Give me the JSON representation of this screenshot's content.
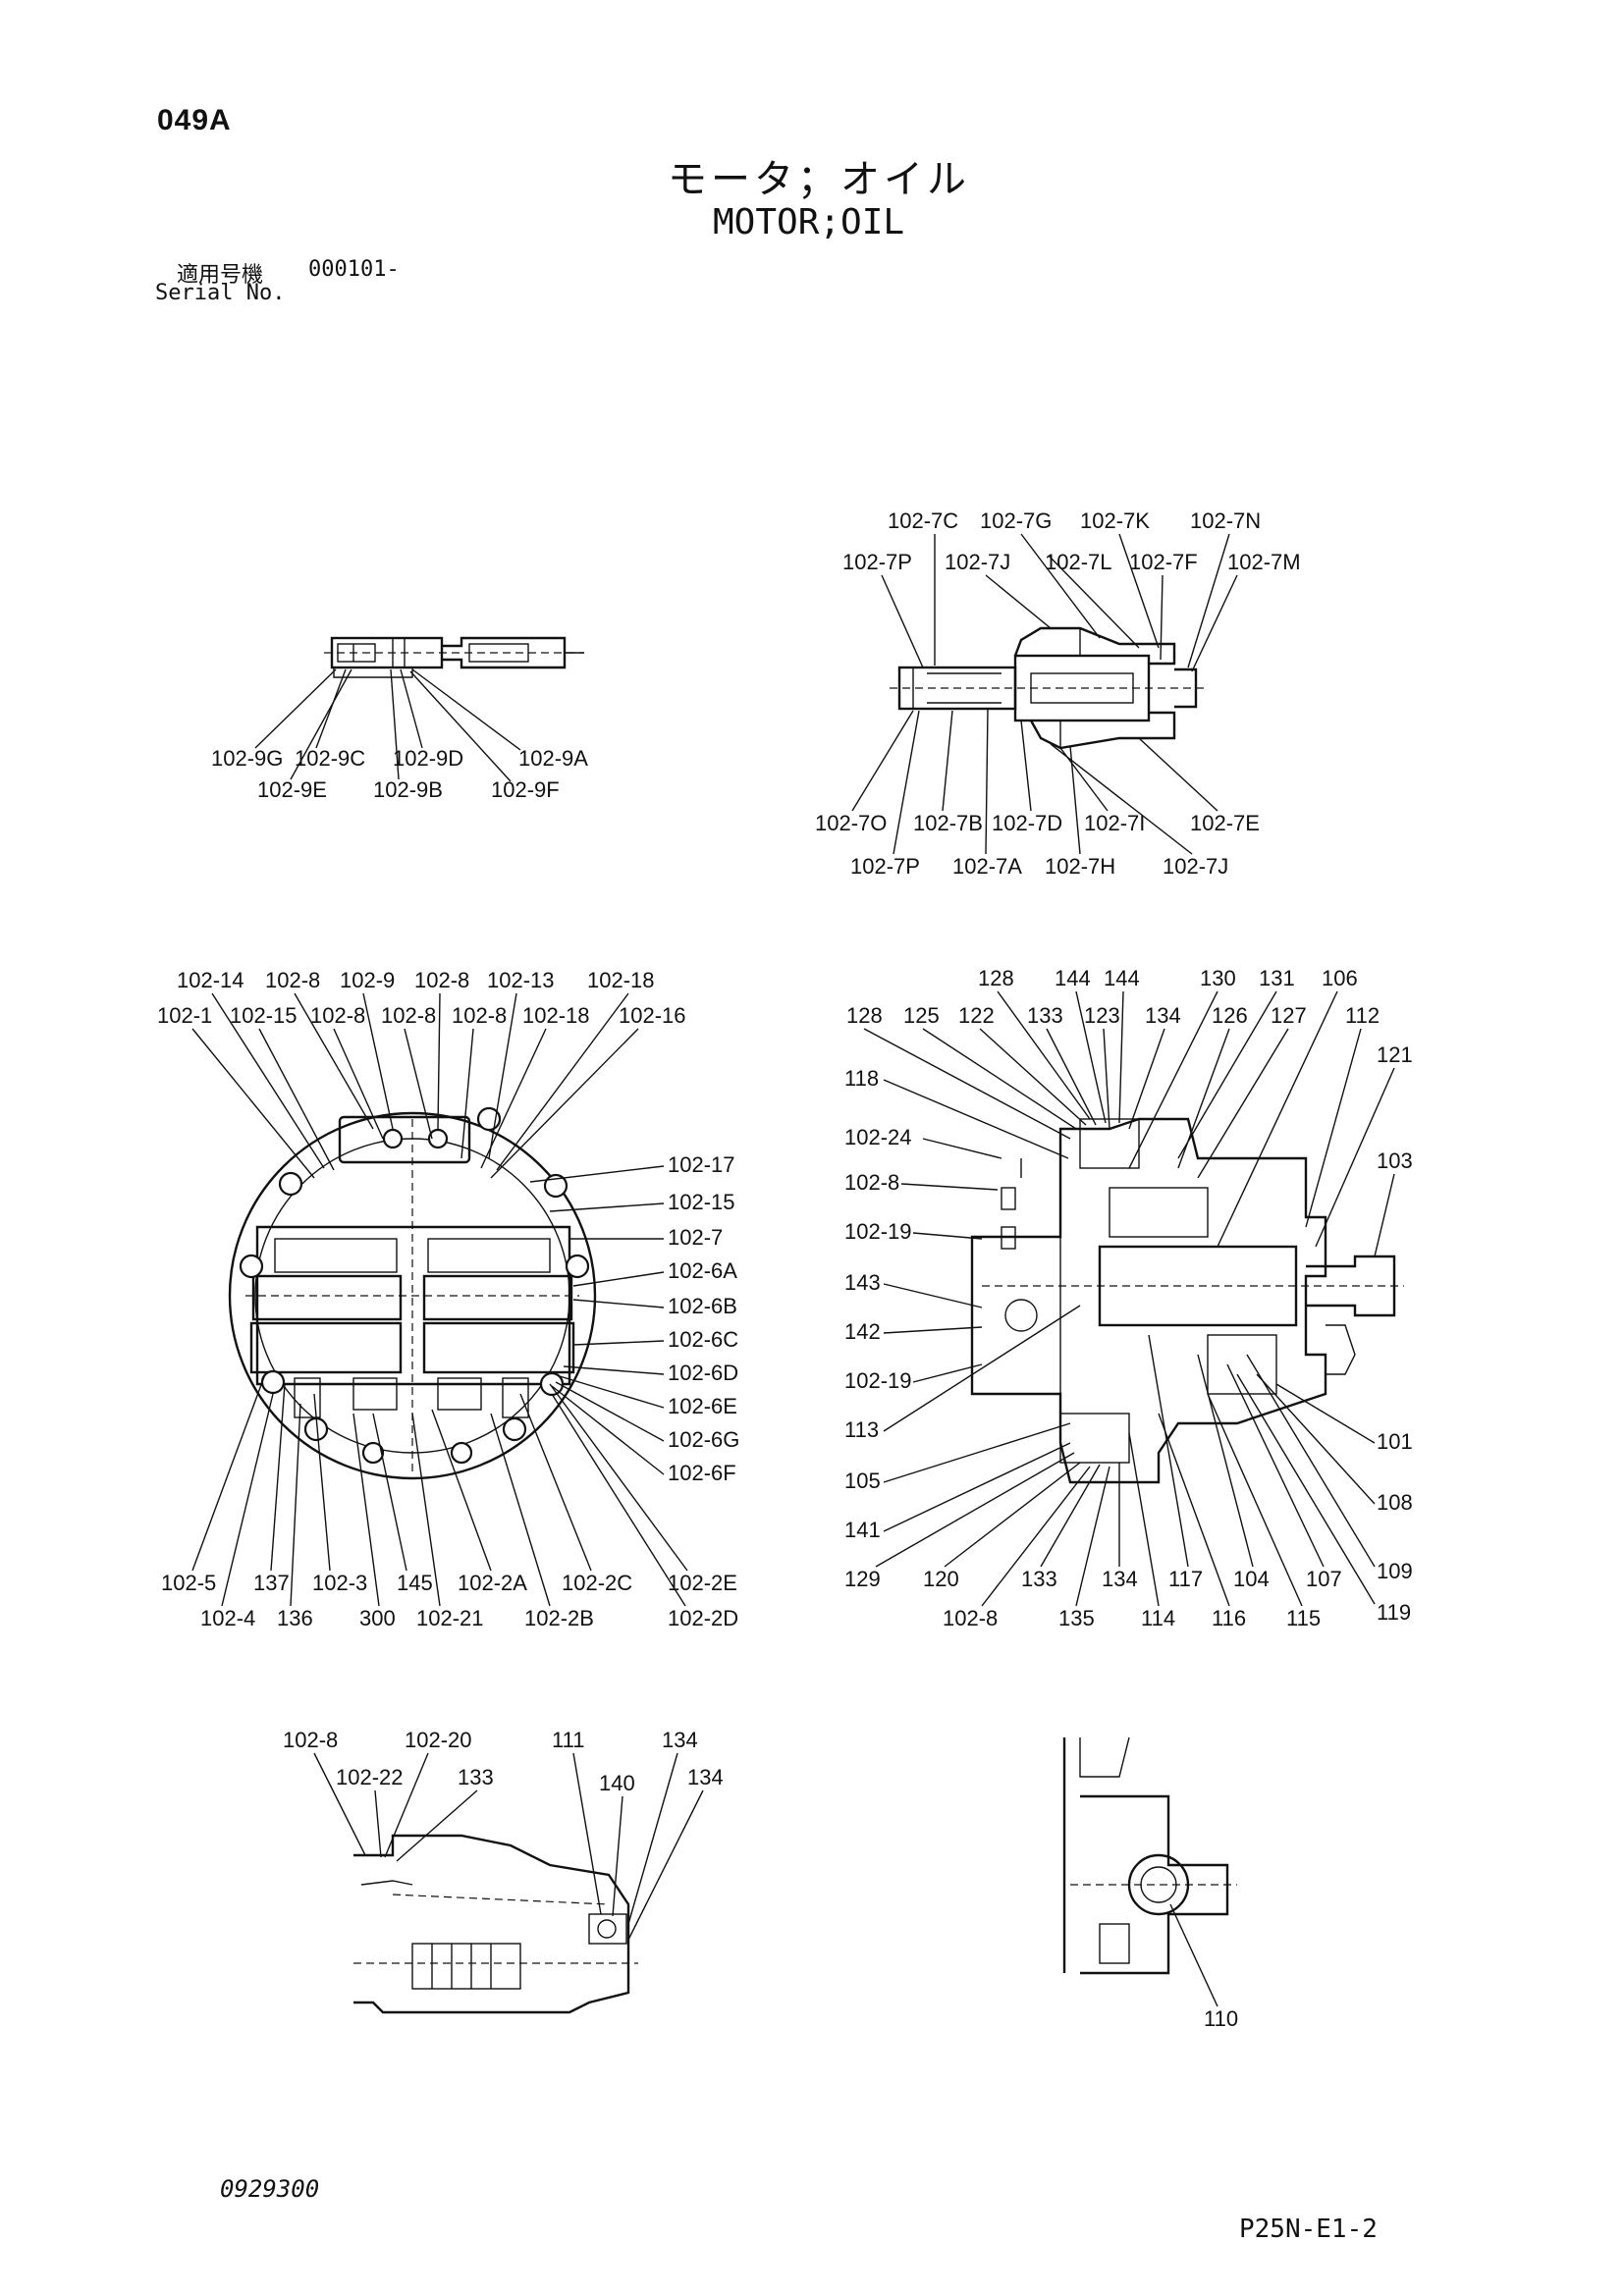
{
  "header": {
    "page_code": "049A",
    "title_jp": "モータ；オイル",
    "title_en": "MOTOR;OIL",
    "serial_label_jp": "適用号機",
    "serial_value": "000101-",
    "serial_label_en": "Serial No."
  },
  "footer": {
    "drawing_no": "0929300",
    "sheet_ref": "P25N-E1-2"
  },
  "views": {
    "valve_9": {
      "labels_row1": [
        "102-9G",
        "102-9C",
        "102-9D",
        "102-9A"
      ],
      "labels_row2": [
        "102-9E",
        "102-9B",
        "102-9F"
      ]
    },
    "valve_7": {
      "labels_top1": [
        "102-7C",
        "102-7G",
        "102-7K",
        "102-7N"
      ],
      "labels_top2": [
        "102-7P",
        "102-7J",
        "102-7L",
        "102-7F",
        "102-7M"
      ],
      "labels_bottom1": [
        "102-7O",
        "102-7B",
        "102-7D",
        "102-7I",
        "102-7E"
      ],
      "labels_bottom2": [
        "102-7P",
        "102-7A",
        "102-7H",
        "102-7J"
      ]
    },
    "end_view": {
      "labels_top1": [
        "102-14",
        "102-8",
        "102-9",
        "102-8",
        "102-13",
        "102-18"
      ],
      "labels_top2": [
        "102-1",
        "102-15",
        "102-8",
        "102-8",
        "102-8",
        "102-18",
        "102-16"
      ],
      "labels_right": [
        "102-17",
        "102-15",
        "102-7",
        "102-6A",
        "102-6B",
        "102-6C",
        "102-6D",
        "102-6E",
        "102-6G",
        "102-6F"
      ],
      "labels_bottom1": [
        "102-5",
        "137",
        "102-3",
        "145",
        "102-2A",
        "102-2C",
        "102-2E"
      ],
      "labels_bottom2": [
        "102-4",
        "136",
        "300",
        "102-21",
        "102-2B",
        "102-2D"
      ]
    },
    "section": {
      "labels_top1": [
        "128",
        "144",
        "144",
        "130",
        "131",
        "106"
      ],
      "labels_top2": [
        "128",
        "125",
        "122",
        "133",
        "123",
        "134",
        "126",
        "127",
        "112"
      ],
      "labels_left": [
        "118",
        "102-24",
        "102-8",
        "102-19",
        "143",
        "142",
        "102-19",
        "113",
        "105",
        "141"
      ],
      "labels_right": [
        "121",
        "103",
        "101",
        "108"
      ],
      "labels_bottom1": [
        "129",
        "120",
        "133",
        "134",
        "117",
        "104",
        "107",
        "109"
      ],
      "labels_bottom2": [
        "102-8",
        "135",
        "114",
        "116",
        "115",
        "119"
      ]
    },
    "partial_section": {
      "labels_top1": [
        "102-8",
        "102-20",
        "111",
        "134"
      ],
      "labels_top2": [
        "102-22",
        "133",
        "140",
        "134"
      ]
    },
    "detail": {
      "labels": [
        "110"
      ]
    }
  }
}
